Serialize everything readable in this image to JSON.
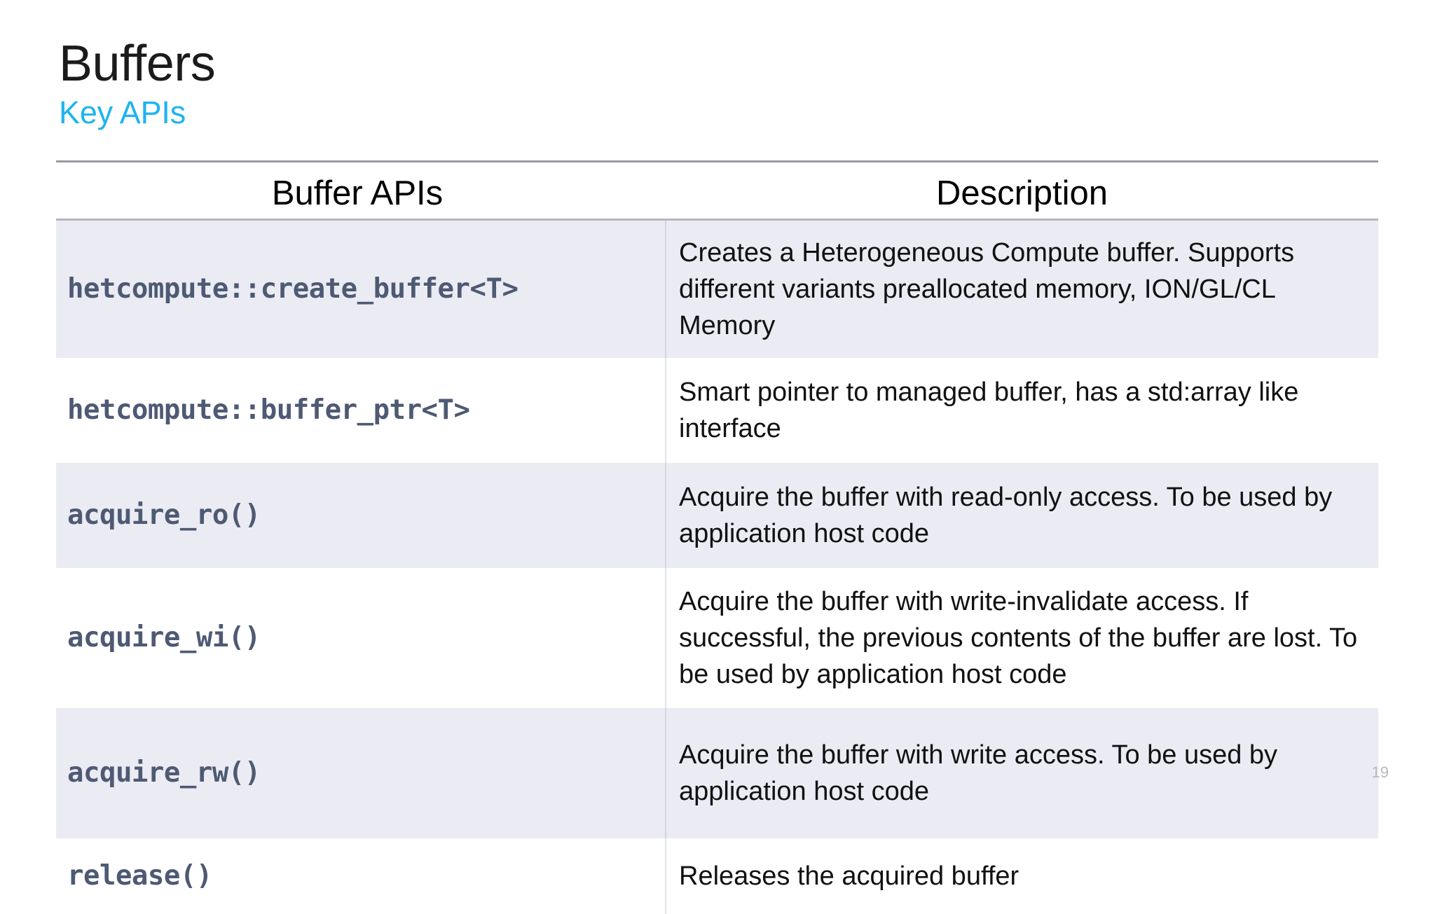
{
  "slide": {
    "title": "Buffers",
    "subtitle": "Key APIs",
    "page_number": "19",
    "accent_color": "#1fb4ef",
    "code_color": "#4e5a74",
    "shade_row_color": "#ebebf3",
    "rule_color": "#9b9ba3"
  },
  "table": {
    "headers": {
      "api": "Buffer APIs",
      "description": "Description"
    },
    "rows": [
      {
        "api": "hetcompute::create_buffer<T>",
        "description": "Creates a Heterogeneous Compute buffer. Supports different variants preallocated memory, ION/GL/CL Memory",
        "shaded": true
      },
      {
        "api": "hetcompute::buffer_ptr<T>",
        "description": "Smart pointer to managed buffer, has a std:array like interface",
        "shaded": false
      },
      {
        "api": "acquire_ro()",
        "description": "Acquire the buffer with read-only access. To be used by application host code",
        "shaded": true
      },
      {
        "api": "acquire_wi()",
        "description": "Acquire the buffer with write-invalidate access. If successful, the previous contents of the buffer are lost. To be used by application host code",
        "shaded": false
      },
      {
        "api": "acquire_rw()",
        "description": "Acquire the buffer with write access. To be used by application host code",
        "shaded": true
      },
      {
        "api": "release()",
        "description": "Releases the acquired buffer",
        "shaded": false
      }
    ]
  }
}
